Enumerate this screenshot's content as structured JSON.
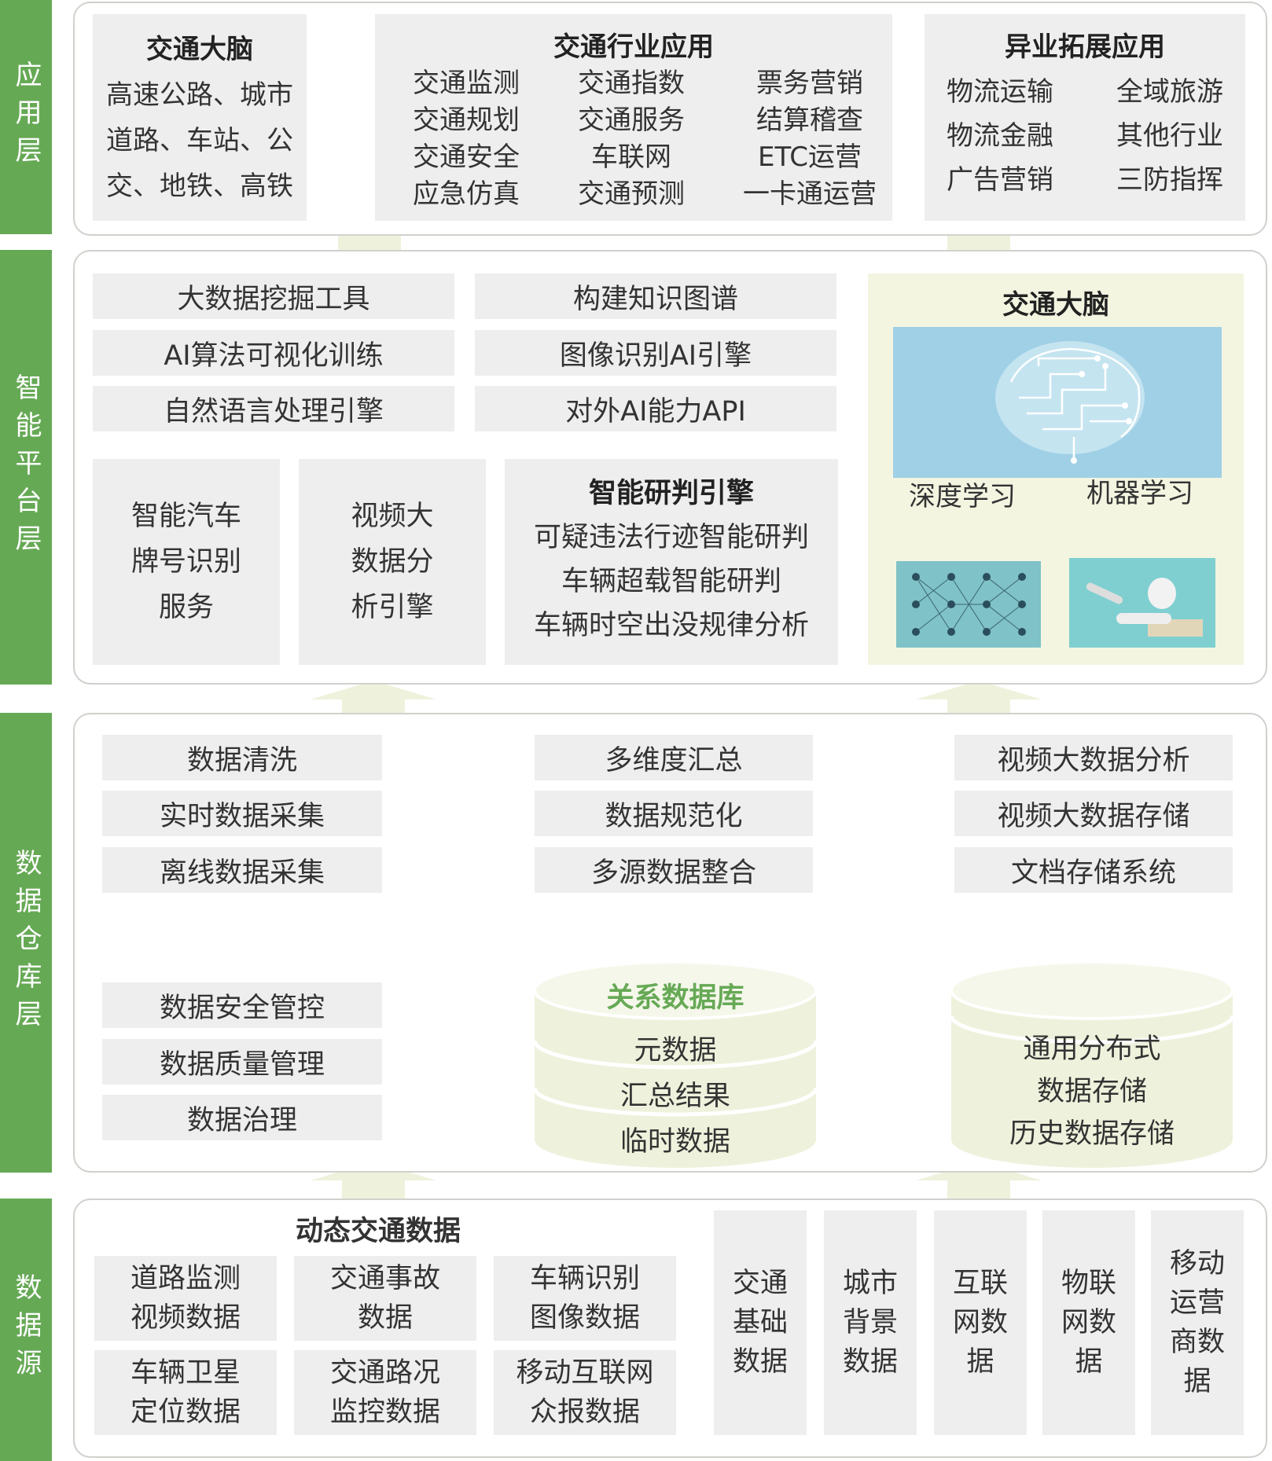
{
  "side_labels": {
    "app": "应用层",
    "intel": "智能平台层",
    "dw": "数据仓库层",
    "src": "数据源"
  },
  "app_layer": {
    "brain": {
      "title": "交通大脑",
      "lines": [
        "高速公路、城市",
        "道路、车站、公",
        "交、地铁、高铁"
      ]
    },
    "industry": {
      "title": "交通行业应用",
      "col1": [
        "交通监测",
        "交通规划",
        "交通安全",
        "应急仿真"
      ],
      "col2": [
        "交通指数",
        "交通服务",
        "车联网",
        "交通预测"
      ],
      "col3": [
        "票务营销",
        "结算稽查",
        "ETC运营",
        "一卡通运营"
      ]
    },
    "extend": {
      "title": "异业拓展应用",
      "col1": [
        "物流运输",
        "物流金融",
        "广告营销"
      ],
      "col2": [
        "全域旅游",
        "其他行业",
        "三防指挥"
      ]
    }
  },
  "intel_layer": {
    "tools_left": [
      "大数据挖掘工具",
      "AI算法可视化训练",
      "自然语言处理引擎"
    ],
    "tools_right": [
      "构建知识图谱",
      "图像识别AI引擎",
      "对外AI能力API"
    ],
    "plate": [
      "智能汽车",
      "牌号识别",
      "服务"
    ],
    "video": [
      "视频大",
      "数据分",
      "析引擎"
    ],
    "judge": {
      "title": "智能研判引擎",
      "lines": [
        "可疑违法行迹智能研判",
        "车辆超载智能研判",
        "车辆时空出没规律分析"
      ]
    },
    "brain": {
      "title": "交通大脑",
      "deep": "深度学习",
      "machine": "机器学习"
    }
  },
  "dw_layer": {
    "col1": [
      "数据清洗",
      "实时数据采集",
      "离线数据采集"
    ],
    "col2": [
      "多维度汇总",
      "数据规范化",
      "多源数据整合"
    ],
    "col3": [
      "视频大数据分析",
      "视频大数据存储",
      "文档存储系统"
    ],
    "gov": [
      "数据安全管控",
      "数据质量管理",
      "数据治理"
    ],
    "rdb": {
      "title": "关系数据库",
      "lines": [
        "元数据",
        "汇总结果",
        "临时数据"
      ]
    },
    "dist": [
      "通用分布式",
      "数据存储",
      "历史数据存储"
    ]
  },
  "src_layer": {
    "dyn_title": "动态交通数据",
    "dyn": [
      [
        "道路监测",
        "视频数据"
      ],
      [
        "交通事故",
        "数据"
      ],
      [
        "车辆识别",
        "图像数据"
      ],
      [
        "车辆卫星",
        "定位数据"
      ],
      [
        "交通路况",
        "监控数据"
      ],
      [
        "移动互联网",
        "众报数据"
      ]
    ],
    "others": [
      [
        "交通",
        "基础",
        "数据"
      ],
      [
        "城市",
        "背景",
        "数据"
      ],
      [
        "互联",
        "网数",
        "据"
      ],
      [
        "物联",
        "网数",
        "据"
      ],
      [
        "移动",
        "运营",
        "商数",
        "据"
      ]
    ]
  },
  "colors": {
    "side": "#66a955",
    "arrow": "#eef2dc",
    "highlight_bg": "#f3f5e1",
    "rdb_title": "#66a955"
  }
}
